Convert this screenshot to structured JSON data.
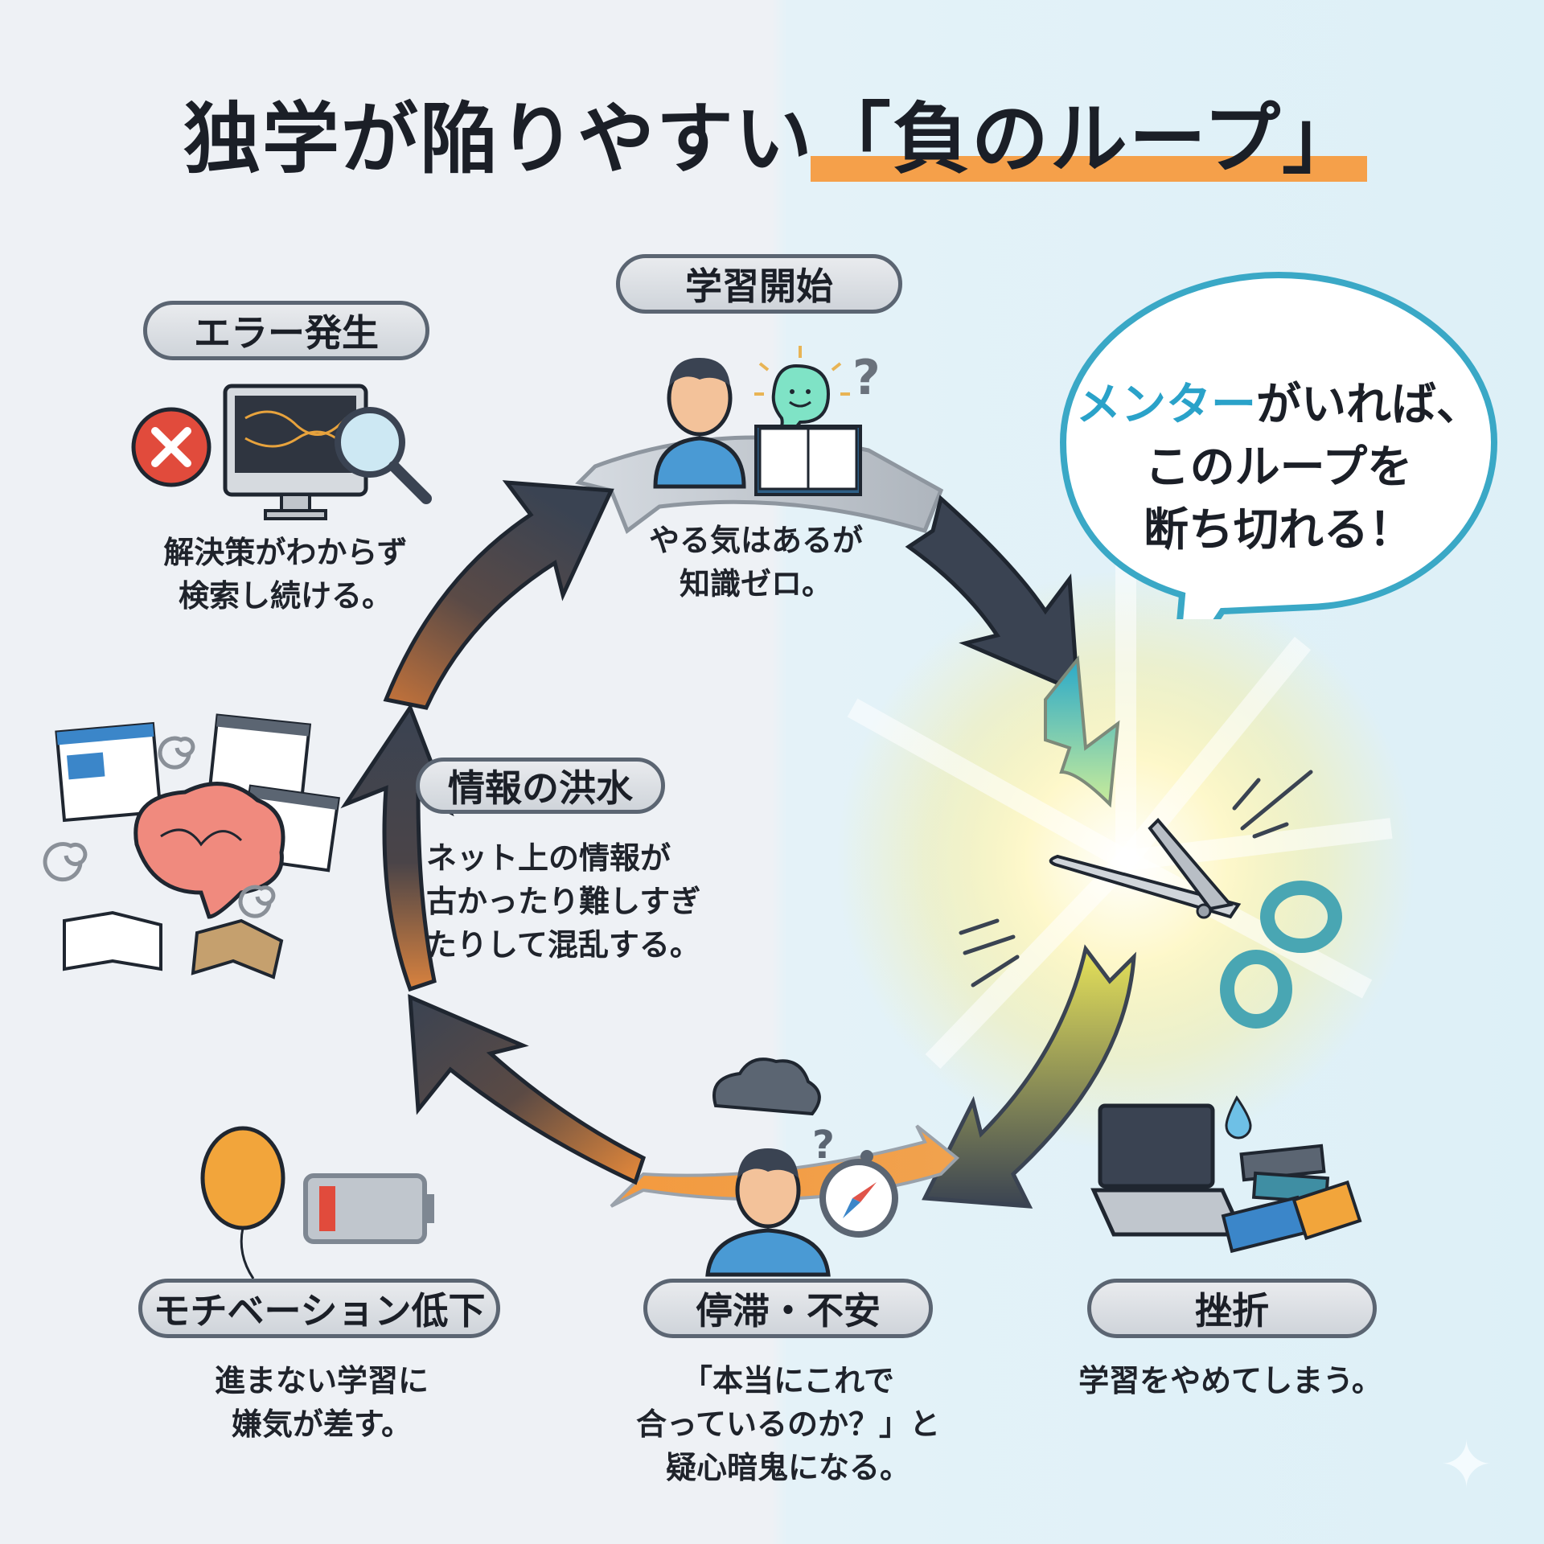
{
  "title": {
    "prefix": "独学が陥りやすい",
    "highlight": "「負のループ」"
  },
  "colors": {
    "accent_orange": "#f5a04a",
    "accent_teal": "#2aa2c9",
    "arrow_dark": "#3a4352",
    "pill_border": "#5b6572"
  },
  "stages": [
    {
      "id": "start",
      "label": "学習開始",
      "desc": [
        "やる気はあるが",
        "知識ゼロ。"
      ],
      "icons": [
        "person-icon",
        "lightbulb-idea-icon",
        "question-mark-icon",
        "open-notebook-icon"
      ]
    },
    {
      "id": "error",
      "label": "エラー発生",
      "desc": [
        "解決策がわからず",
        "検索し続ける。"
      ],
      "icons": [
        "error-x-icon",
        "monitor-code-icon",
        "magnifier-icon"
      ]
    },
    {
      "id": "flood",
      "label": "情報の洪水",
      "desc": [
        "ネット上の情報が",
        "古かったり難しすぎ",
        "たりして混乱する。"
      ],
      "icons": [
        "browser-window-icon",
        "brain-icon",
        "book-icon",
        "swirl-icon"
      ]
    },
    {
      "id": "motivation",
      "label": "モチベーション低下",
      "desc": [
        "進まない学習に",
        "嫌気が差す。"
      ],
      "icons": [
        "balloon-icon",
        "low-battery-icon"
      ]
    },
    {
      "id": "stagnation",
      "label": "停滞・不安",
      "desc": [
        "「本当にこれで",
        "合っているのか？」と",
        "疑心暗鬼になる。"
      ],
      "icons": [
        "person-icon",
        "dark-cloud-icon",
        "question-mark-icon",
        "compass-icon"
      ]
    },
    {
      "id": "dropout",
      "label": "挫折",
      "desc": [
        "学習をやめてしまう。"
      ],
      "icons": [
        "laptop-icon",
        "sweat-drop-icon",
        "book-stack-icon"
      ]
    }
  ],
  "callout": {
    "accent": "メンター",
    "line1_rest": "がいれば、",
    "line2": "このループを",
    "line3": "断ち切れる！"
  },
  "scissors": {
    "icon": "scissors-icon"
  },
  "sparkle": "✦"
}
